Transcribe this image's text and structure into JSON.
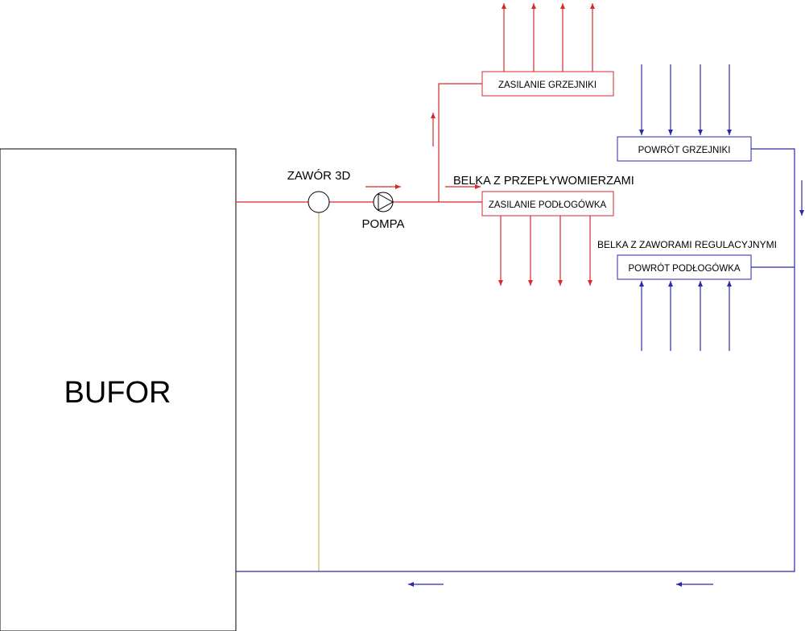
{
  "colors": {
    "supply": "#d9292b",
    "return": "#2a2aa8",
    "bypass": "#d9b25a",
    "outline": "#000000",
    "background": "#ffffff"
  },
  "labels": {
    "buffer": "BUFOR",
    "valve": "ZAWÓR 3D",
    "pump": "POMPA",
    "supply_manifold_title": "BELKA Z PRZEPŁYWOMIERZAMI",
    "return_manifold_title": "BELKA Z ZAWORAMI REGULACYJNYMI",
    "supply_radiators": "ZASILANIE GRZEJNIKI",
    "supply_floor": "ZASILANIE PODŁOGÓWKA",
    "return_radiators": "POWRÓT GRZEJNIKI",
    "return_floor": "POWRÓT PODŁOGÓWKA"
  },
  "icons": {
    "valve": "circle-valve-icon",
    "pump": "pump-triangle-icon"
  },
  "circuits": {
    "radiator_supply_outlets": 4,
    "floor_supply_outlets": 4,
    "radiator_return_inlets": 4,
    "floor_return_inlets": 4
  }
}
